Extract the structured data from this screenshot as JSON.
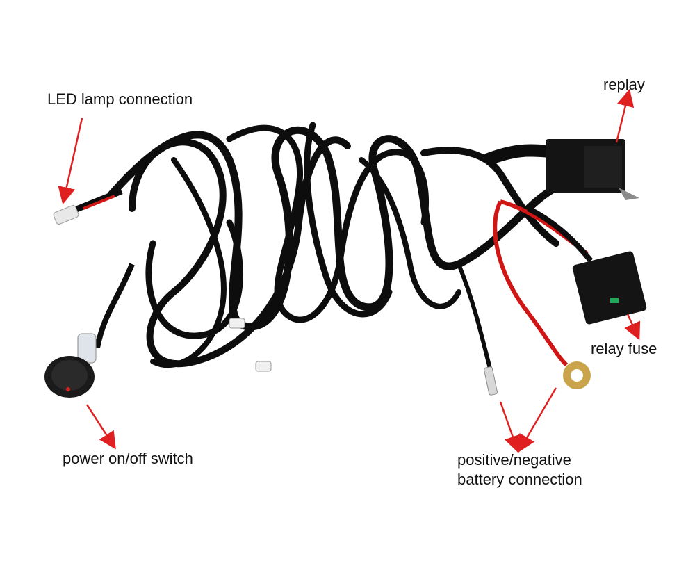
{
  "labels": {
    "led_lamp_connection": "LED lamp connection",
    "replay": "replay",
    "relay_fuse": "relay fuse",
    "power_switch": "power on/off switch",
    "battery_line1": "positive/negative",
    "battery_line2": "battery connection"
  },
  "colors": {
    "cable": "#0d0d0d",
    "red_wire": "#d01515",
    "arrow": "#e02020",
    "terminal": "#c9a44a",
    "relay_body": "#141414"
  }
}
